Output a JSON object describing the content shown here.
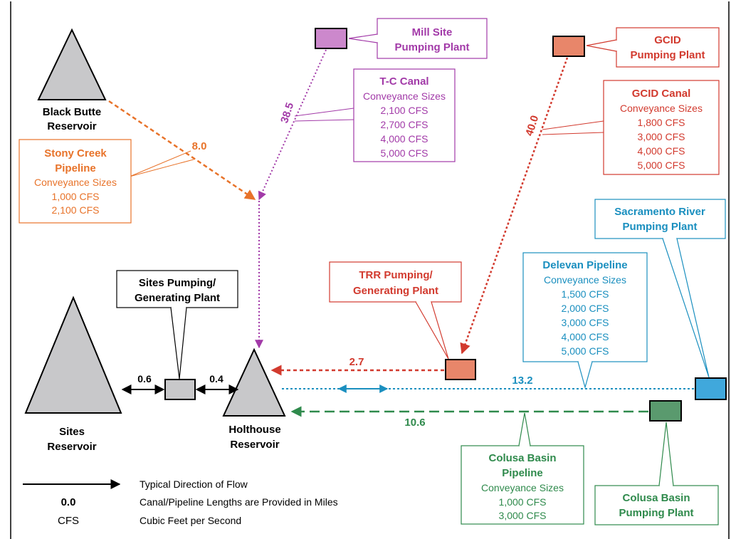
{
  "colors": {
    "orange": "#e8732a",
    "purple": "#a23aa8",
    "red": "#d23a2e",
    "blue": "#1a8fbf",
    "green": "#2f8a4c",
    "grey_fill": "#c8c8ca",
    "salmon_fill": "#e8866a",
    "lilac_fill": "#cc88cc",
    "sky_fill": "#40a8dc",
    "teal_fill": "#5a9a6e"
  },
  "reservoirs": {
    "black_butte": {
      "line1": "Black Butte",
      "line2": "Reservoir"
    },
    "sites": {
      "line1": "Sites",
      "line2": "Reservoir"
    },
    "holthouse": {
      "line1": "Holthouse",
      "line2": "Reservoir"
    }
  },
  "plants": {
    "mill_site": {
      "line1": "Mill Site",
      "line2": "Pumping Plant"
    },
    "gcid": {
      "line1": "GCID",
      "line2": "Pumping Plant"
    },
    "sacramento": {
      "line1": "Sacramento River",
      "line2": "Pumping Plant"
    },
    "trr": {
      "line1": "TRR Pumping/",
      "line2": "Generating Plant"
    },
    "sites_pg": {
      "line1": "Sites Pumping/",
      "line2": "Generating Plant"
    },
    "colusa_basin_pp": {
      "line1": "Colusa Basin",
      "line2": "Pumping Plant"
    }
  },
  "conveyances": {
    "tc_canal": {
      "title": "T-C Canal",
      "subtitle": "Conveyance Sizes",
      "sizes": [
        "2,100 CFS",
        "2,700 CFS",
        "4,000 CFS",
        "5,000 CFS"
      ]
    },
    "gcid_canal": {
      "title": "GCID Canal",
      "subtitle": "Conveyance Sizes",
      "sizes": [
        "1,800 CFS",
        "3,000 CFS",
        "4,000 CFS",
        "5,000 CFS"
      ]
    },
    "stony_creek": {
      "title1": "Stony Creek",
      "title2": "Pipeline",
      "subtitle": "Conveyance Sizes",
      "sizes": [
        "1,000 CFS",
        "2,100 CFS"
      ]
    },
    "delevan": {
      "title": "Delevan Pipeline",
      "subtitle": "Conveyance Sizes",
      "sizes": [
        "1,500 CFS",
        "2,000 CFS",
        "3,000 CFS",
        "4,000 CFS",
        "5,000 CFS"
      ]
    },
    "colusa_basin": {
      "title1": "Colusa Basin",
      "title2": "Pipeline",
      "subtitle": "Conveyance Sizes",
      "sizes": [
        "1,000 CFS",
        "3,000 CFS"
      ]
    }
  },
  "lengths": {
    "stony_creek": "8.0",
    "tc_canal": "38.5",
    "gcid_canal": "40.0",
    "trr": "2.7",
    "delevan": "13.2",
    "colusa": "10.6",
    "sites_to_plant": "0.6",
    "plant_to_holthouse": "0.4"
  },
  "legend": {
    "arrow_text": "Typical Direction of Flow",
    "length_symbol": "0.0",
    "length_text": "Canal/Pipeline Lengths are Provided in Miles",
    "cfs_symbol": "CFS",
    "cfs_text": "Cubic Feet per Second"
  }
}
